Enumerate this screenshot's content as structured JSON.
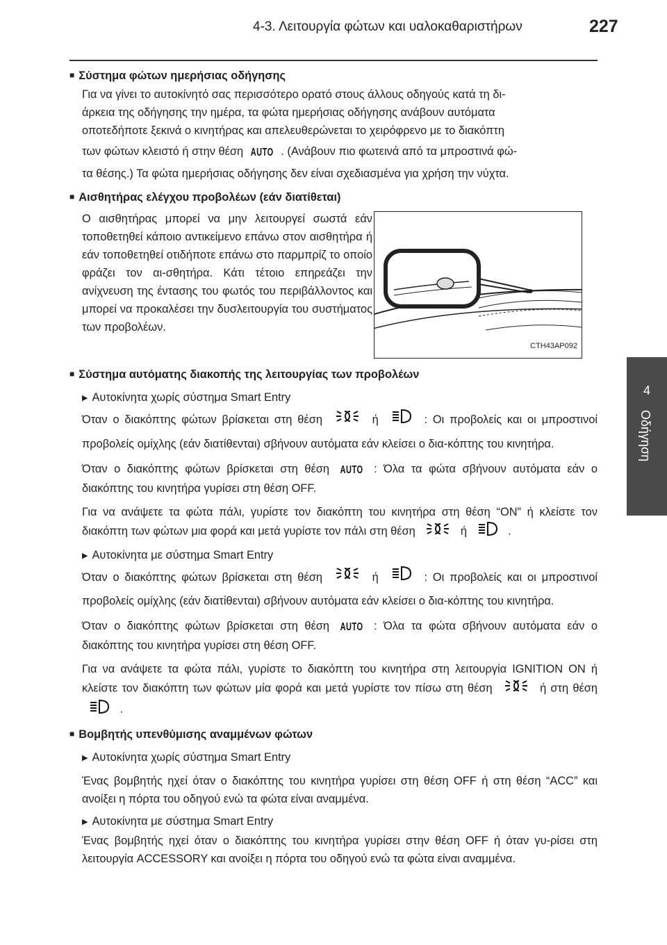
{
  "header": {
    "chapter_title": "4-3. Λειτουργία φώτων και υαλοκαθαριστήρων",
    "page_number": "227"
  },
  "side_tab": {
    "number": "4",
    "label": "Οδήγηση"
  },
  "sections": {
    "drl": {
      "title": "Σύστημα φώτων ημερήσιας οδήγησης",
      "line1": "Για να γίνει το αυτοκίνητό σας περισσότερο ορατό στους άλλους οδηγούς κατά τη δι-",
      "line2": "άρκεια της οδήγησης την ημέρα, τα φώτα ημερήσιας οδήγησης ανάβουν αυτόματα",
      "line3": "οποτεδήποτε ξεκινά ο κινητήρας και απελευθερώνεται το χειρόφρενο με το διακόπτη",
      "line4a": "των φώτων κλειστό ή στην θέση",
      "line4b": ". (Ανάβουν πιο φωτεινά από τα μπροστινά φώ-",
      "line5": "τα θέσης.) Τα φώτα ημερήσιας οδήγησης δεν είναι σχεδιασμένα για χρήση την νύχτα."
    },
    "sensor": {
      "title": "Αισθητήρας ελέγχου προβολέων (εάν διατίθεται)",
      "text": "Ο αισθητήρας μπορεί να μην λειτουργεί σωστά εάν τοποθετηθεί κάποιο αντικείμενο επάνω στον αισθητήρα ή εάν τοποθετηθεί οτιδήποτε επάνω στο παρμπρίζ το οποίο φράζει τον αι-σθητήρα. Κάτι τέτοιο επηρεάζει την ανίχνευση της έντασης του φωτός του περιβάλλοντος και μπορεί να προκαλέσει την δυσλειτουργία του συστήματος των προβολέων.",
      "figure_code": "CTH43AP092"
    },
    "auto_off": {
      "title": "Σύστημα αυτόματης διακοπής της λειτουργίας των προβολέων",
      "sub1": "Αυτοκίνητα χωρίς σύστημα Smart Entry",
      "s1p1a": "Όταν ο διακόπτης φώτων βρίσκεται στη θέση",
      "s1p1b": "ή",
      "s1p1c": ": Οι προβολείς και οι μπροστινοί προβολείς ομίχλης (εάν διατίθενται) σβήνουν αυτόματα εάν κλείσει ο δια-κόπτης του κινητήρα.",
      "s1p2a": "Όταν ο διακόπτης φώτων βρίσκεται στη θέση",
      "s1p2b": ": Όλα τα φώτα σβήνουν αυτόματα εάν ο διακόπτης του κινητήρα γυρίσει στη θέση OFF.",
      "s1p3a": "Για να ανάψετε τα φώτα πάλι, γυρίστε τον διακόπτη του κινητήρα στη θέση “ON” ή κλείστε τον διακόπτη των φώτων μια φορά και μετά γυρίστε τον πάλι στη θέση",
      "s1p3b": "ή",
      "s1p3c": ".",
      "sub2": "Αυτοκίνητα με σύστημα Smart Entry",
      "s2p1a": "Όταν ο διακόπτης φώτων βρίσκεται στη θέση",
      "s2p1b": "ή",
      "s2p1c": ": Οι προβολείς και οι μπροστινοί προβολείς ομίχλης (εάν διατίθενται) σβήνουν αυτόματα εάν κλείσει ο δια-κόπτης του κινητήρα.",
      "s2p2a": "Όταν ο διακόπτης φώτων βρίσκεται στη θέση",
      "s2p2b": ": Όλα τα φώτα σβήνουν αυτόματα εάν ο διακόπτης του κινητήρα γυρίσει στη θέση OFF.",
      "s2p3a": "Για να ανάψετε τα φώτα πάλι, γυρίστε το διακόπτη του κινητήρα στη λειτουργία IGNITION ON ή κλείστε τον διακόπτη των φώτων μία φορά και μετά γυρίστε τον πίσω στη θέση",
      "s2p3b": "ή στη θέση",
      "s2p3c": "."
    },
    "buzzer": {
      "title": "Βομβητής υπενθύμισης αναμμένων φώτων",
      "sub1": "Αυτοκίνητα χωρίς σύστημα Smart Entry",
      "p1": "Ένας βομβητής ηχεί όταν ο διακόπτης του κινητήρα γυρίσει στη θέση OFF ή στη θέση “ACC” και ανοίξει η πόρτα του οδηγού ενώ τα φώτα είναι αναμμένα.",
      "sub2": "Αυτοκίνητα με σύστημα Smart Entry",
      "p2": "Ένας βομβητής ηχεί όταν ο διακόπτης του κινητήρα γυρίσει στην θέση OFF ή όταν γυ-ρίσει στη λειτουργία ACCESSORY και ανοίξει η πόρτα του οδηγού ενώ τα φώτα είναι αναμμένα."
    }
  },
  "icons": {
    "auto_text": "AUTO",
    "tail": "tail-light-icon",
    "head": "headlight-icon"
  }
}
